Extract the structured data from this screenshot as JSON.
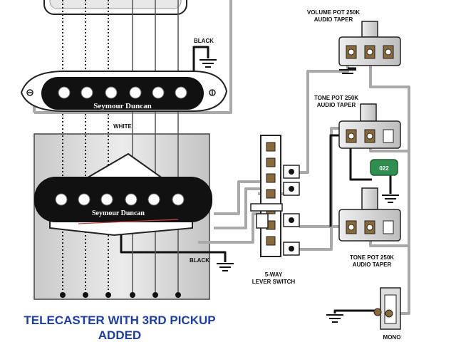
{
  "diagram": {
    "title_line1": "TELECASTER WITH 3RD PICKUP",
    "title_line2": "ADDED",
    "labels": {
      "volume_pot_line1": "VOLUME POT 250K",
      "volume_pot_line2": "AUDIO TAPER",
      "tone_pot1_line1": "TONE POT 250K",
      "tone_pot1_line2": "AUDIO TAPER",
      "tone_pot2_line1": "TONE POT 250K",
      "tone_pot2_line2": "AUDIO TAPER",
      "switch_line1": "5-WAY",
      "switch_line2": "LEVER SWITCH",
      "black_ground_top": "BLACK",
      "black_ground_bottom": "BLACK",
      "white_wire": "WHITE",
      "jack": "MONO",
      "capacitor": "022"
    },
    "brand_middle": "Seymour Duncan",
    "brand_bridge": "Seymour Duncan"
  },
  "colors": {
    "title": "#1f3f9e",
    "wire_gray": "#a9a9a9",
    "wire_black": "#111111",
    "capacitor": "#2f8f4f",
    "bridge_plate": "#d9d9d9",
    "pickup_body": "#111111"
  }
}
